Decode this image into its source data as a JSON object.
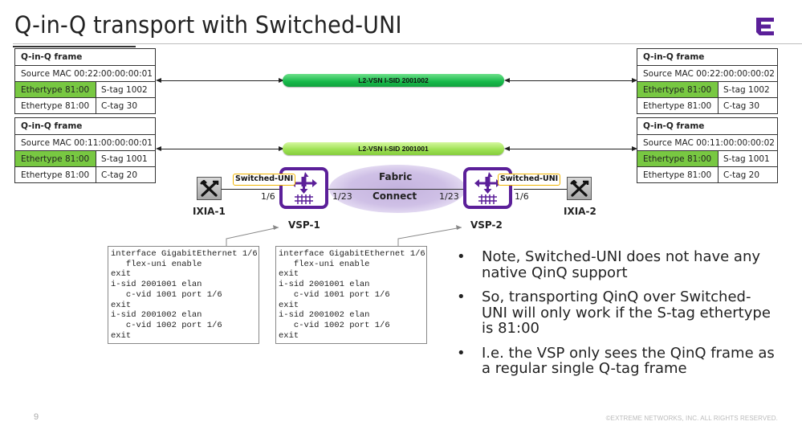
{
  "slide": {
    "title": "Q-in-Q transport with Switched-UNI",
    "page_number": "9",
    "copyright": "©EXTREME NETWORKS, INC. ALL RIGHTS RESERVED.",
    "logo": "extreme-networks-logo",
    "accent_color": "#5b1f99"
  },
  "frames": {
    "left_top": {
      "header": "Q-in-Q frame",
      "source_mac": "Source MAC 00:22:00:00:00:01",
      "outer_ethertype": "Ethertype 81:00",
      "outer_tag": "S-tag 1002",
      "inner_ethertype": "Ethertype 81:00",
      "inner_tag": "C-tag 30"
    },
    "left_bottom": {
      "header": "Q-in-Q frame",
      "source_mac": "Source MAC 00:11:00:00:00:01",
      "outer_ethertype": "Ethertype 81:00",
      "outer_tag": "S-tag 1001",
      "inner_ethertype": "Ethertype 81:00",
      "inner_tag": "C-tag 20"
    },
    "right_top": {
      "header": "Q-in-Q frame",
      "source_mac": "Source MAC 00:22:00:00:00:02",
      "outer_ethertype": "Ethertype 81:00",
      "outer_tag": "S-tag 1002",
      "inner_ethertype": "Ethertype 81:00",
      "inner_tag": "C-tag 30"
    },
    "right_bottom": {
      "header": "Q-in-Q frame",
      "source_mac": "Source MAC 00:11:00:00:00:02",
      "outer_ethertype": "Ethertype 81:00",
      "outer_tag": "S-tag 1001",
      "inner_ethertype": "Ethertype 81:00",
      "inner_tag": "C-tag 20"
    },
    "highlight_color": "#78c842"
  },
  "tunnels": {
    "top": "L2-VSN I-SID 2001002",
    "bottom": "L2-VSN I-SID 2001001"
  },
  "topology": {
    "fabric_line1": "Fabric",
    "fabric_line2": "Connect",
    "ixia1": "IXIA-1",
    "ixia2": "IXIA-2",
    "vsp1": "VSP-1",
    "vsp2": "VSP-2",
    "vsp1_access_port": "1/6",
    "vsp1_fabric_port": "1/23",
    "vsp2_fabric_port": "1/23",
    "vsp2_access_port": "1/6",
    "uni_label_left": "Switched-UNI",
    "uni_label_right": "Switched-UNI"
  },
  "config": {
    "vsp1": "interface GigabitEthernet 1/6\n   flex-uni enable\nexit\ni-sid 2001001 elan\n   c-vid 1001 port 1/6\nexit\ni-sid 2001002 elan\n   c-vid 1002 port 1/6\nexit",
    "vsp2": "interface GigabitEthernet 1/6\n   flex-uni enable\nexit\ni-sid 2001001 elan\n   c-vid 1001 port 1/6\nexit\ni-sid 2001002 elan\n   c-vid 1002 port 1/6\nexit"
  },
  "bullets": [
    "Note, Switched-UNI does not have any native QinQ support",
    "So, transporting QinQ over Switched-UNI will only work if the S-tag ethertype is 81:00",
    "I.e. the VSP only sees the QinQ frame as a regular single Q-tag frame"
  ],
  "bullet_glyph": "•"
}
